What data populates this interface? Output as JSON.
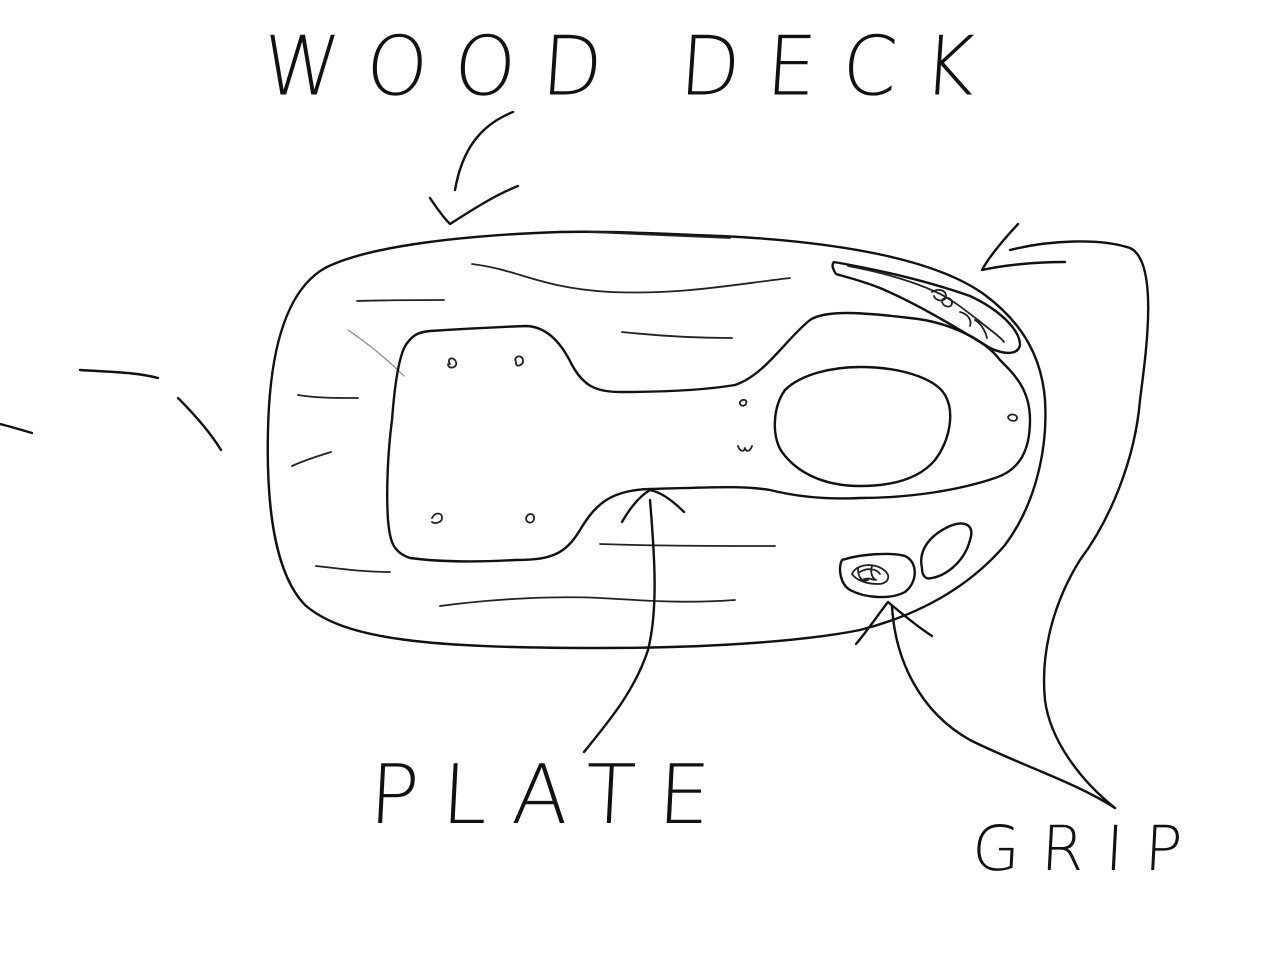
{
  "labels": {
    "wood_deck": "WOOD DECK",
    "plate": "PLATE",
    "grip": "GRIP"
  },
  "colors": {
    "ink": "#111111",
    "background": "#ffffff"
  }
}
